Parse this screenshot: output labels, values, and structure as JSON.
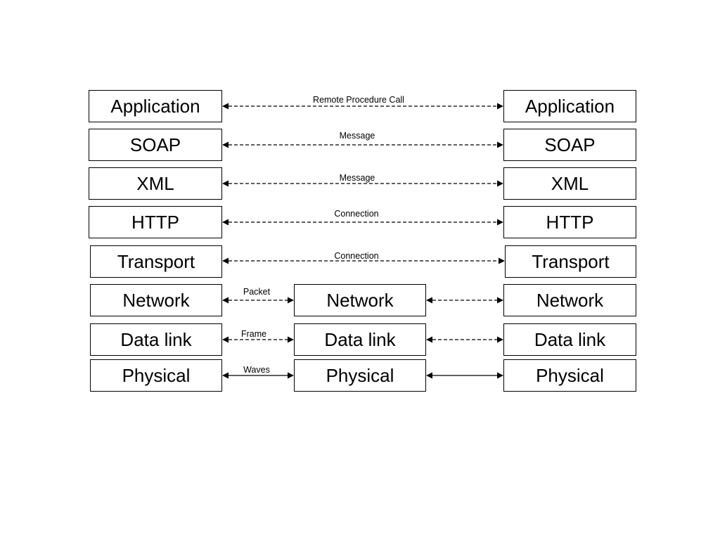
{
  "left_stack": [
    "Application",
    "SOAP",
    "XML",
    "HTTP",
    "Transport",
    "Network",
    "Data link",
    "Physical"
  ],
  "middle_stack": [
    "Network",
    "Data link",
    "Physical"
  ],
  "right_stack": [
    "Application",
    "SOAP",
    "XML",
    "HTTP",
    "Transport",
    "Network",
    "Data link",
    "Physical"
  ],
  "end_to_end_labels": [
    "Remote Procedure Call",
    "Message",
    "Message",
    "Connection",
    "Connection"
  ],
  "hop_labels": [
    "Packet",
    "Frame",
    "Waves"
  ]
}
